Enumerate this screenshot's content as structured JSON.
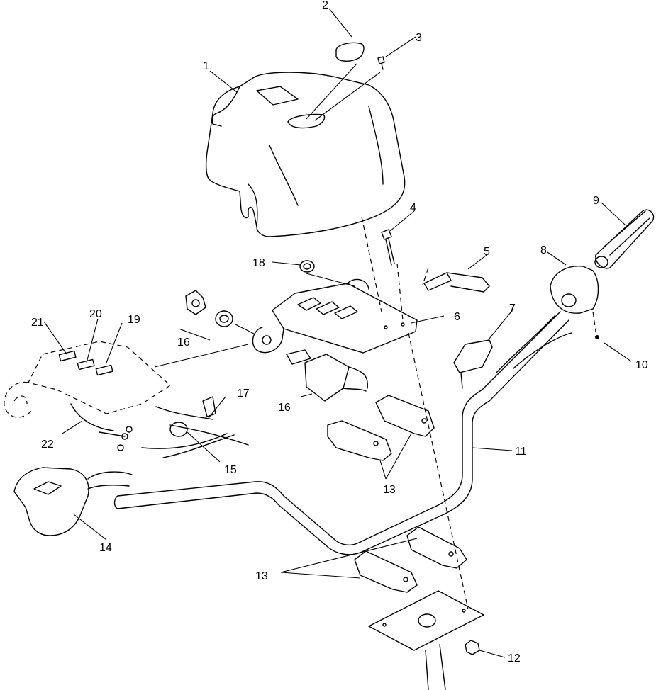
{
  "callouts": [
    {
      "id": "c1",
      "text": "1"
    },
    {
      "id": "c2",
      "text": "2"
    },
    {
      "id": "c3",
      "text": "3"
    },
    {
      "id": "c4",
      "text": "4"
    },
    {
      "id": "c5",
      "text": "5"
    },
    {
      "id": "c6",
      "text": "6"
    },
    {
      "id": "c7",
      "text": "7"
    },
    {
      "id": "c8",
      "text": "8"
    },
    {
      "id": "c9",
      "text": "9"
    },
    {
      "id": "c10",
      "text": "10"
    },
    {
      "id": "c11",
      "text": "11"
    },
    {
      "id": "c12",
      "text": "12"
    },
    {
      "id": "c13a",
      "text": "13"
    },
    {
      "id": "c13b",
      "text": "13"
    },
    {
      "id": "c14",
      "text": "14"
    },
    {
      "id": "c15",
      "text": "15"
    },
    {
      "id": "c16a",
      "text": "16"
    },
    {
      "id": "c16b",
      "text": "16"
    },
    {
      "id": "c17",
      "text": "17"
    },
    {
      "id": "c18",
      "text": "18"
    },
    {
      "id": "c19",
      "text": "19"
    },
    {
      "id": "c20",
      "text": "20"
    },
    {
      "id": "c21",
      "text": "21"
    },
    {
      "id": "c22",
      "text": "22"
    }
  ]
}
